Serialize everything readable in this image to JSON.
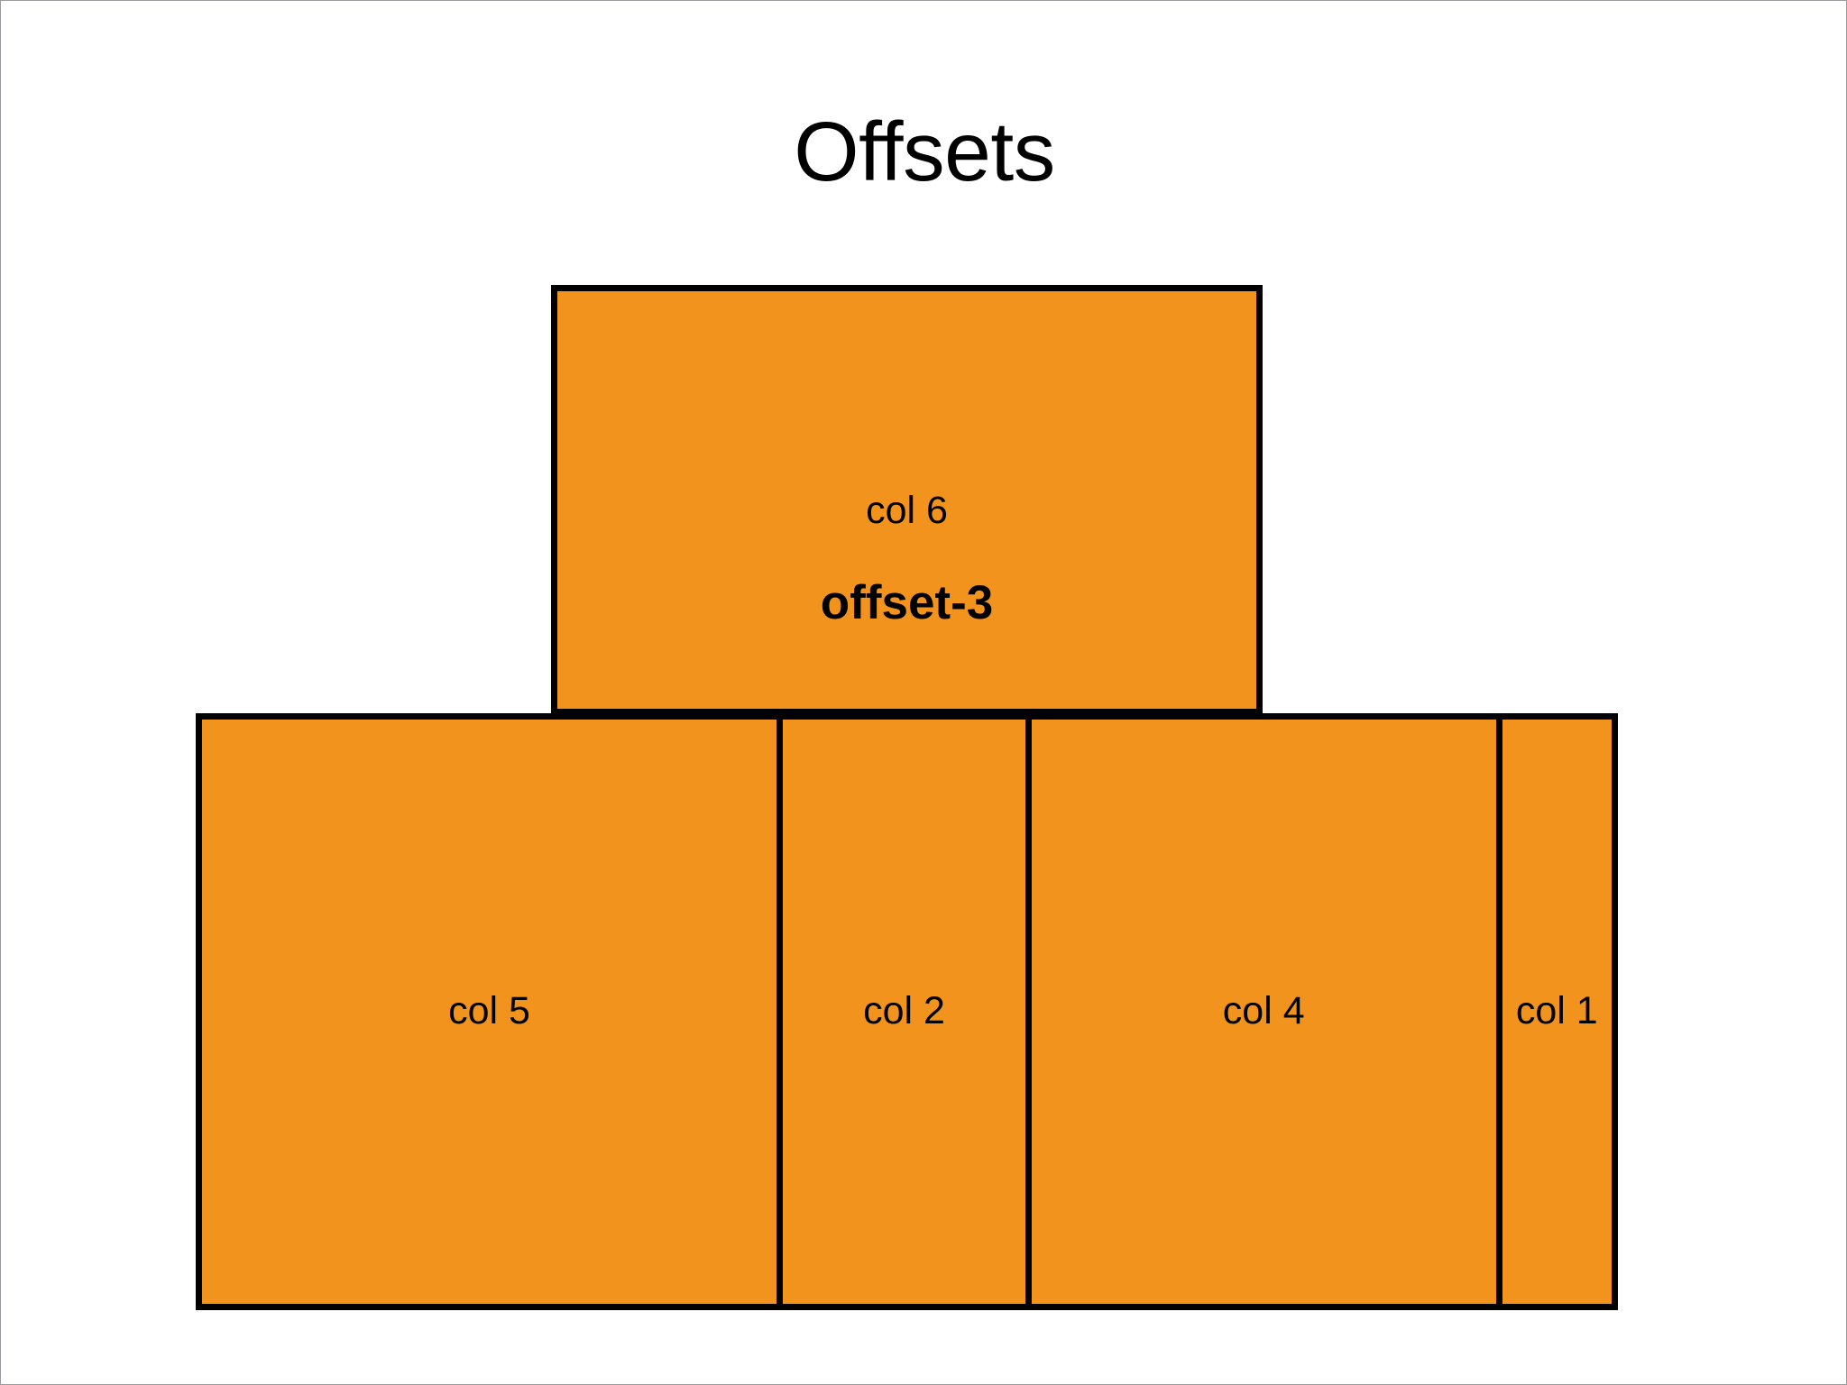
{
  "page": {
    "title": "Offsets",
    "background_color": "#FFFFFF",
    "border_color": "#9A9A9F"
  },
  "theme": {
    "cell_fill": "#F2931E",
    "cell_border": "#000000",
    "text_color": "#000000"
  },
  "grid": {
    "total_columns": 12,
    "rows": [
      {
        "name": "offset-row",
        "cells": [
          {
            "id": "col6",
            "label": "col 6",
            "offset_label": "offset-3",
            "span": 6,
            "offset": 3
          }
        ]
      },
      {
        "name": "main-row",
        "cells": [
          {
            "id": "col5",
            "label": "col 5",
            "span": 5,
            "offset": 0
          },
          {
            "id": "col2",
            "label": "col 2",
            "span": 2,
            "offset": 0
          },
          {
            "id": "col4",
            "label": "col 4",
            "span": 4,
            "offset": 0
          },
          {
            "id": "col1",
            "label": "col 1",
            "span": 1,
            "offset": 0
          }
        ]
      }
    ]
  }
}
